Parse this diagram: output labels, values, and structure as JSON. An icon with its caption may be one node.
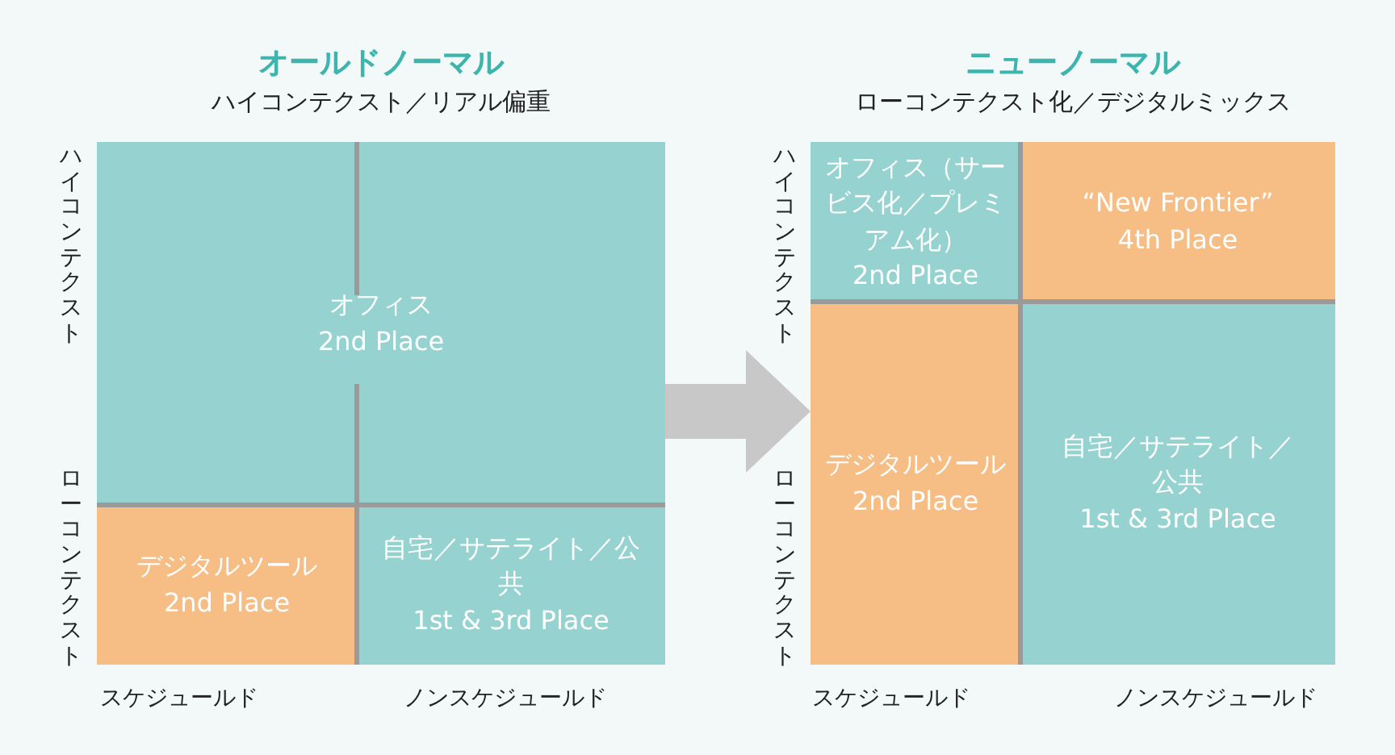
{
  "diagram": {
    "nodes": [
      {
        "text": [
          "オールドノーマル",
          "ハイコンテクスト／リアル偏重"
        ]
      },
      {
        "text": [
          "オフィス",
          "2nd Place"
        ],
        "in": 0
      },
      {
        "text": [
          "デジタルツール",
          "2nd Place"
        ],
        "in": 0
      },
      {
        "text": [
          "自宅／サテライト／公共",
          "1st & 3rd Place"
        ],
        "in": 0
      },
      {
        "text": [
          "ニューノーマル",
          "ローコンテクスト化／デジタルミックス"
        ]
      },
      {
        "text": [
          "オフィス（サービス化／プレミアム化）",
          "2nd Place"
        ],
        "in": 4
      },
      {
        "text": [
          "“New Frontier”",
          "4th Place"
        ],
        "in": 4
      },
      {
        "text": [
          "デジタルツール",
          "2nd Place"
        ],
        "in": 4
      },
      {
        "text": [
          "自宅／サテライト／公共",
          "1st & 3rd Place"
        ],
        "in": 4
      }
    ],
    "edges": [
      {
        "from": 0,
        "to": 4,
        "arrow": "to"
      }
    ],
    "labels": [
      "ハイコンテクスト",
      "ローコンテクスト",
      "スケジュールド",
      "ノンスケジュールド",
      "ハイコンテクスト",
      "ローコンテクスト",
      "スケジュールド",
      "ノンスケジュールド"
    ]
  }
}
